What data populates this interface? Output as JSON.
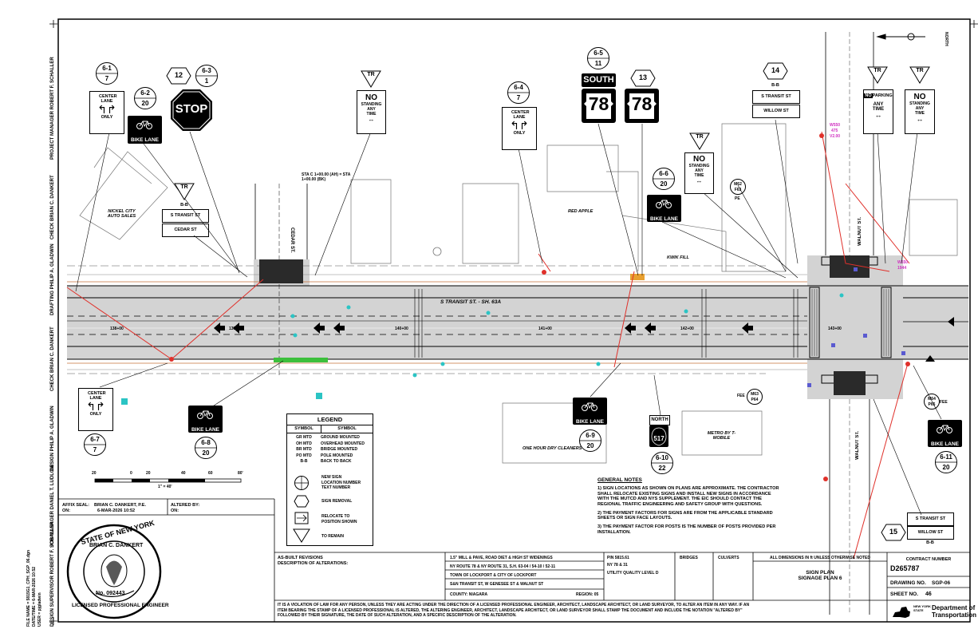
{
  "margin_labels": {
    "project_manager": "PROJECT MANAGER ROBERT F. SCHALLER",
    "check_top": "CHECK BRIAN C. DANKERT",
    "drafting": "DRAFTING PHILIP A. GLADWIN",
    "check_mid": "CHECK BRIAN C. DANKERT",
    "design": "DESIGN PHILIP A. GLADWIN",
    "job_manager": "JOB MANAGER DANIEL T. LUDLOW",
    "design_supervisor": "DESIGN SUPERVISOR ROBERT F. SCHALLER",
    "file_name": "FILE NAME = 5815G1_CPH_SGP_06.dgn",
    "date_time": "DATE/TIME = 6-MAR-2026 10:52",
    "user": "USER = pjgladwin"
  },
  "north": "NORTH",
  "streets": {
    "transit_main": "S TRANSIT ST. - SH. 63A",
    "cedar": "CEDAR ST.",
    "walnut": "WALNUT ST.",
    "walnut_e": "WALNUT ST."
  },
  "stations": {
    "s138": "138+00",
    "s139": "139+00",
    "s140": "140+00",
    "s141": "141+00",
    "s142": "142+00",
    "s143": "143+00",
    "sta_note": "STA C 1+00.00 (AH) = STA 1+00.00 (BK)"
  },
  "buildings": {
    "nickel_city": "NICKEL CITY AUTO SALES",
    "red_apple": "RED APPLE",
    "kwik_fill": "KWIK FILL",
    "one_hour": "ONE HOUR DRY CLEANERS",
    "metro": "METRO BY T-MOBILE"
  },
  "signs": {
    "s6_1": {
      "top": "6-1",
      "bottom": "7"
    },
    "s6_2": {
      "top": "6-2",
      "bottom": "20"
    },
    "s6_3": {
      "top": "6-3",
      "bottom": "1"
    },
    "s6_4": {
      "top": "6-4",
      "bottom": "7"
    },
    "s6_5": {
      "top": "6-5",
      "bottom": "11"
    },
    "s6_6": {
      "top": "6-6",
      "bottom": "20"
    },
    "s6_7": {
      "top": "6-7",
      "bottom": "7"
    },
    "s6_8": {
      "top": "6-8",
      "bottom": "20"
    },
    "s6_9": {
      "top": "6-9",
      "bottom": "20"
    },
    "s6_10": {
      "top": "6-10",
      "bottom": "22"
    },
    "s6_11": {
      "top": "6-11",
      "bottom": "20"
    },
    "r12": "12",
    "r13": "13",
    "r14": "14",
    "r15": "15",
    "tr": "TR",
    "stop": "STOP",
    "south": "SOUTH",
    "north_sign": "NORTH",
    "route78": "78",
    "route517": "517",
    "bike_lane": "BIKE LANE",
    "center_lane": "CENTER LANE",
    "only": "ONLY",
    "no": "NO",
    "standing": "STANDING",
    "any": "ANY",
    "time": "TIME",
    "parking": "PARKING",
    "bb": "B-B",
    "s_transit": "S TRANSIT ST",
    "cedar_st": "CEDAR ST",
    "willow_st": "WILLOW ST",
    "m62": "M62 F63",
    "pe": "PE",
    "m63": "M63 P64",
    "m64": "M64 P65",
    "fee": "FEE"
  },
  "legend": {
    "title": "LEGEND",
    "col1": "SYMBOL",
    "col2": "SYMBOL",
    "codes": [
      "GR MTD",
      "OH MTD",
      "BR MTD",
      "PO MTD",
      "B-B"
    ],
    "descs": [
      "GROUND MOUNTED",
      "OVERHEAD MOUNTED",
      "BRIDGE MOUNTED",
      "POLE MOUNTED",
      "BACK TO BACK"
    ],
    "new_sign": "NEW SIGN LOCATION NUMBER TEXT NUMBER",
    "removal": "SIGN REMOVAL",
    "relocate": "RELOCATE TO POSITION SHOWN",
    "remain": "TO REMAIN"
  },
  "scale": {
    "ticks": [
      "20",
      "0",
      "20",
      "40",
      "60",
      "80'"
    ],
    "label": "1\" = 40'"
  },
  "notes": {
    "title": "GENERAL NOTES",
    "n1": "1) SIGN LOCATIONS AS SHOWN ON PLANS ARE APPROXIMATE. THE CONTRACTOR SHALL RELOCATE EXISTING SIGNS AND INSTALL NEW SIGNS IN ACCORDANCE WITH THE MUTCD AND NYS SUPPLEMENT. THE EIC SHOULD CONTACT THE REGIONAL TRAFFIC ENGINEERING AND SAFETY GROUP WITH QUESTIONS.",
    "n2": "2) THE PAYMENT FACTORS FOR SIGNS ARE FROM THE APPLICABLE STANDARD SHEETS OR SIGN FACE LAYOUTS.",
    "n3": "3) THE PAYMENT FACTOR FOR POSTS IS THE NUMBER OF POSTS PROVIDED PER INSTALLATION."
  },
  "title_block": {
    "affix_seal": "AFFIX SEAL:",
    "on": "ON:",
    "engineer": "BRIAN C. DANKERT, P.E.",
    "seal_date": "6-MAR-2026 10:52",
    "altered_by": "ALTERED BY:",
    "altered_on": "ON:",
    "seal_top": "STATE OF NEW YORK",
    "seal_name": "BRIAN C. DANKERT",
    "seal_no": "No. 092443",
    "seal_bottom": "LICENSED PROFESSIONAL ENGINEER",
    "as_built": "AS-BUILT REVISIONS",
    "desc_alt": "DESCRIPTION OF ALTERATIONS:",
    "proj1": "1.5\" MILL & PAVE, ROAD DIET & HIGH ST WIDENINGS",
    "proj2": "NY ROUTE 78 & NY ROUTE 31, S.H. 63-04 / 54-10 / 52-11",
    "proj3": "TOWN OF LOCKPORT & CITY OF LOCKPORT",
    "proj4": "S&N TRANSIT ST, W GENESEE ST & WALNUT ST",
    "county": "COUNTY: NIAGARA",
    "region": "REGION: 05",
    "pin": "PIN 5815.61",
    "routes": "NY 78 & 31",
    "utility": "UTILITY QUALITY LEVEL D",
    "bridges": "BRIDGES",
    "culverts": "CULVERTS",
    "dims": "ALL DIMENSIONS IN ft UNLESS OTHERWISE NOTED",
    "sheet_title1": "SIGN PLAN",
    "sheet_title2": "SIGNAGE PLAN 6",
    "contract_label": "CONTRACT NUMBER",
    "contract_no": "D265787",
    "drawing_label": "DRAWING NO.",
    "drawing_no": "SGP-06",
    "sheet_label": "SHEET NO.",
    "sheet_no": "46",
    "dot1": "Department of",
    "dot2": "Transportation",
    "ny_logo": "NEW YORK STATE",
    "violation": "IT IS A VIOLATION OF LAW FOR ANY PERSON, UNLESS THEY ARE ACTING UNDER THE DIRECTION OF A LICENSED PROFESSIONAL ENGINEER, ARCHITECT, LANDSCAPE ARCHITECT, OR LAND SURVEYOR, TO ALTER AN ITEM IN ANY WAY. IF AN ITEM BEARING THE STAMP OF A LICENSED PROFESSIONAL IS ALTERED, THE ALTERING ENGINEER, ARCHITECT, LANDSCAPE ARCHITECT, OR LAND SURVEYOR SHALL STAMP THE DOCUMENT AND INCLUDE THE NOTATION \"ALTERED BY\" FOLLOWED BY THEIR SIGNATURE, THE DATE OF SUCH ALTERATION, AND A SPECIFIC DESCRIPTION OF THE ALTERATION."
  }
}
